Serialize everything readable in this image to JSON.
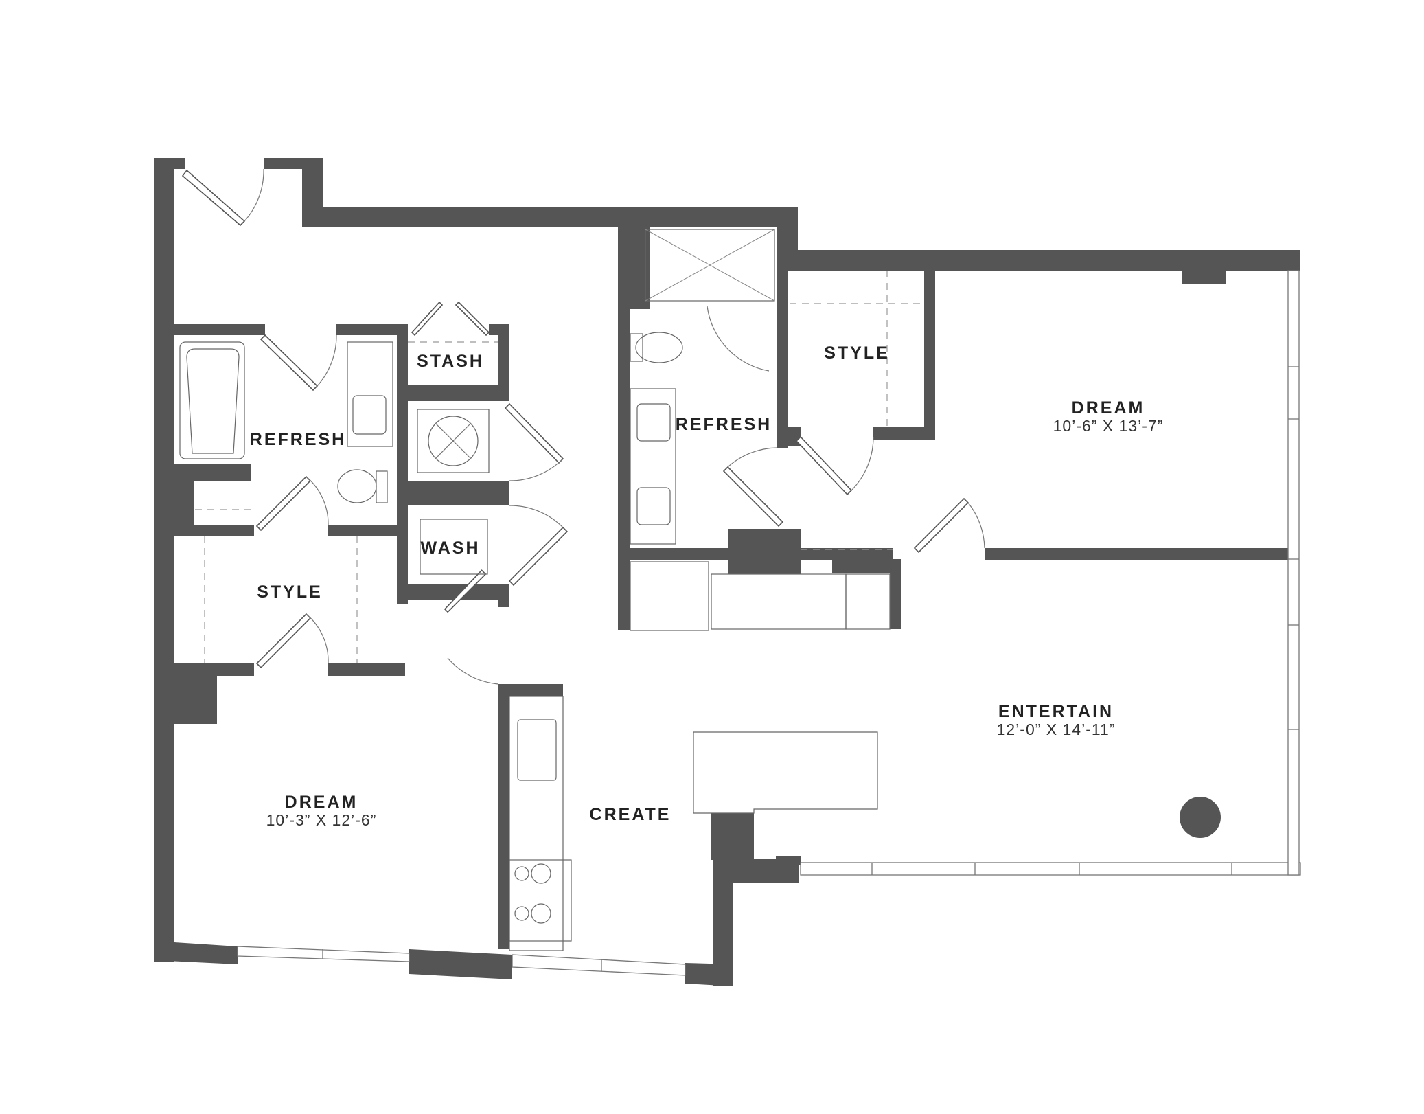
{
  "colors": {
    "wall": "#555555",
    "background": "#ffffff",
    "text": "#222222"
  },
  "rooms": {
    "stash": {
      "label": "STASH"
    },
    "refresh_left": {
      "label": "REFRESH"
    },
    "wash": {
      "label": "WASH"
    },
    "style_left": {
      "label": "STYLE"
    },
    "dream_left": {
      "label": "DREAM",
      "dimensions": "10’-3” X 12’-6”"
    },
    "create": {
      "label": "CREATE"
    },
    "refresh_right": {
      "label": "REFRESH"
    },
    "style_right": {
      "label": "STYLE"
    },
    "dream_right": {
      "label": "DREAM",
      "dimensions": "10’-6” X 13’-7”"
    },
    "entertain": {
      "label": "ENTERTAIN",
      "dimensions": "12’-0” X 14’-11”"
    }
  }
}
